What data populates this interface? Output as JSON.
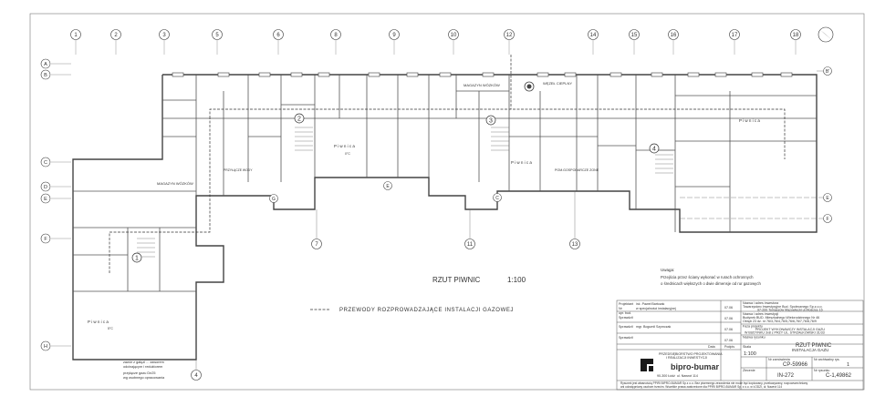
{
  "grid": {
    "columns": [
      "1",
      "2",
      "3",
      "5",
      "6",
      "8",
      "9",
      "10",
      "12",
      "14",
      "15",
      "16",
      "17",
      "18"
    ],
    "rows_left": [
      "A",
      "B",
      "C",
      "D",
      "E",
      "F",
      "H"
    ],
    "rows_right": [
      "B'",
      "E",
      "F"
    ],
    "lower_labels": [
      "7",
      "11",
      "13"
    ],
    "bottom_label": "4",
    "mid_labels": [
      "G",
      "E",
      "C"
    ]
  },
  "rooms": {
    "magazyn_top": "MAGAZYN WÓZKÓW",
    "wezel": "WĘZEŁ CIEPLNY",
    "piwnica_mid": "P i w n i c a",
    "piwnica_mid_sub": "0°C",
    "piwnica_right": "P i w n i c a",
    "piwnica_right2": "P i w n i c a",
    "pom_gosp": "POM.GOSPODARCZE ZONE",
    "przylacze": "PRZYŁĄCZE WODY",
    "magazyn_left": "MAGAZYN WÓZKÓW",
    "piwnica_left": "P i w n i c a",
    "piwnica_left_sub": "5°C",
    "stairs": [
      "1",
      "2",
      "3",
      "4"
    ]
  },
  "title": {
    "main": "RZUT PIWNIC",
    "scale": "1:100"
  },
  "note": {
    "heading": "Uwaga:",
    "line1": "Przejścia przez ściany wykonać w rurach ochronnych",
    "line2": "o średnicach większych o dwie dimensje od rur gazowych"
  },
  "gas_line_label": "PRZEWODY ROZPROWADZAJĄCE INSTALACJI GAZOWEJ",
  "legend": {
    "line1a": "zawór z gałęzi ... zaworem",
    "line1b": "odcinającym i reduktorem",
    "line2a": "przyłącze gazu Dn25",
    "line2b": "wg osobnego opracowania"
  },
  "title_block": {
    "r1_label": "Projektant",
    "r1_val": "inż. Paweł Bartczak",
    "r1_sub1": "Nr",
    "r1_sub2": "upr. bud.",
    "r1_sub3": "w specjalności instalacyjnej",
    "r1_date": "07.06",
    "r2_label": "Sprawdził",
    "r2_date": "07.06",
    "r3_label": "Sprawdził",
    "r3_val": "mgr. Bogumił Szymczak",
    "r3_date": "07.06",
    "r4_label": "Sprawdził",
    "r4_date": "07.06",
    "col_date": "Data",
    "col_podpis": "Podpis",
    "company1": "PRZEDSIĘBIORSTWO PROJEKTOWANIA",
    "company2": "I REALIZACJI INWESTYCJI",
    "company_name": "bipro-bumar",
    "company_addr1": "90-300 Łódź",
    "company_addr2": "ul. Nawrot 114",
    "investor_label": "Nazwa i adres inwestora",
    "investor1": "Towarzystwo Inwestycyjne Bud. Społecznego Sp.z.o.o.",
    "investor2": "97-200 Tomaszów Mazowiecki ul.Mościce 15",
    "object_label": "Nazwa i adres inwestycji",
    "object1": "Budynek BUD. Mieszkalnego Wielorodzinnego Nr 46",
    "object2": "Obręb 23 dz. nr 76/3,76/4,76/5,76/6,76/7,76/8,76/9",
    "stage_label": "Faza projektu",
    "stage1": "PROJEKT WYKONAWCZY INSTALACJI GAZU",
    "stage2": "W BUDYNKU 3x8 z PRZY UL. STRZAŁKOWSKI 31/33",
    "drawing_label": "Nazwa rysunku",
    "drawing1": "RZUT PIWNIC",
    "drawing2": "INSTALACJA GAZU",
    "skala_label": "Skala",
    "skala_val": "1:100",
    "nr_zlec_label": "Nr zamówienia",
    "nr_zlec_val": "CP-59966",
    "nr_arch_label": "Nr archiwalny rys.",
    "nr_arch_val": "1",
    "zlecenie_label": "Zlecenie",
    "zlecenie_val": "IN-272",
    "nr_rys_label": "Nr rysunku",
    "nr_rys_val": "C-1,49862",
    "footer1": "Rysunek jest własnością PPiRI BIPRO-BUMAR Sp.z o.o. Bez pisemnego zezwolenia nie może być kopiowany, przekazywany, rozpowszechniany",
    "footer2": "ani udostępniany osobom trzecim. Wszelkie prawa zastrzeżone dla PPiRI BIPRO-BUMAR Sp. z o.o. w ŁODZI, ul. Nawrot 114"
  },
  "colors": {
    "line": "#444444",
    "light": "#9a9a9a",
    "accent_blue": "#3a6fd8"
  }
}
